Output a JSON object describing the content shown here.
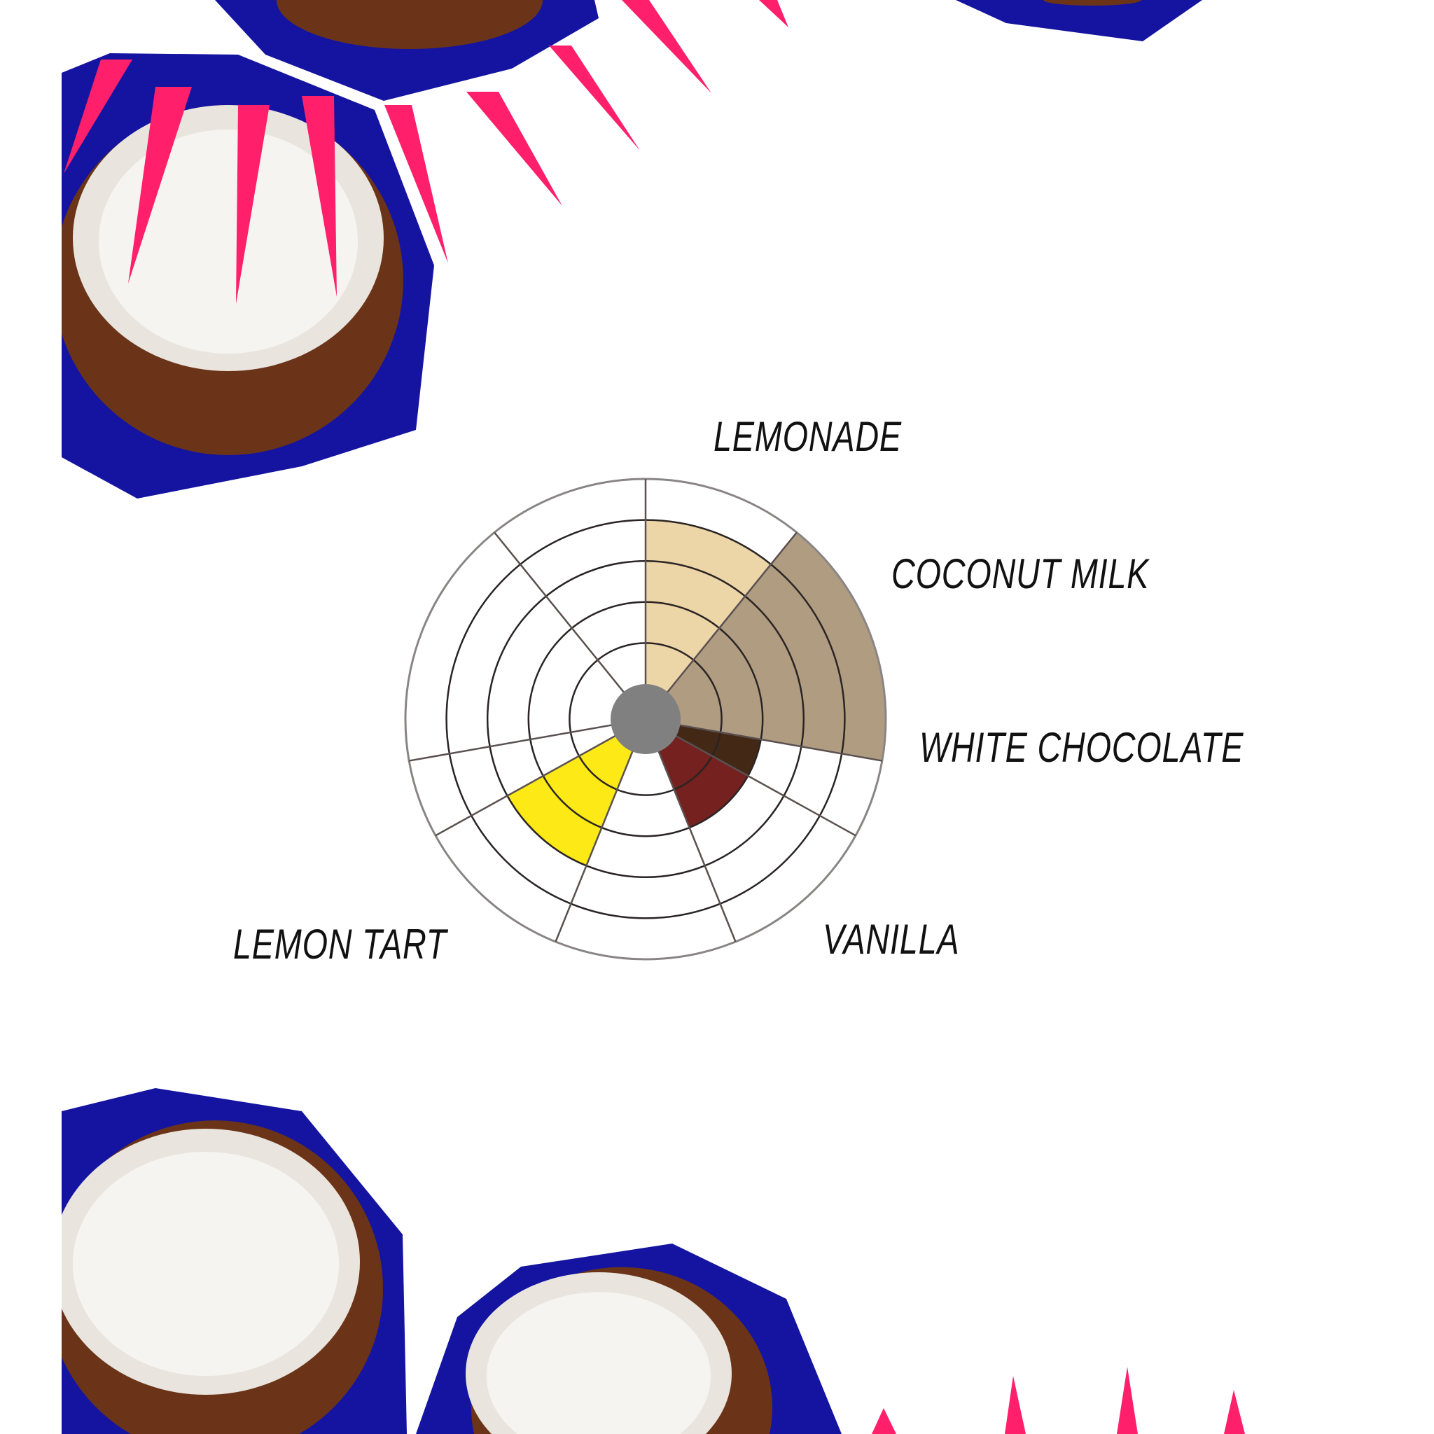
{
  "chart_data": {
    "type": "polar-area",
    "title": "",
    "scale_max": 5,
    "rings": 5,
    "series": [
      {
        "name": "LEMONADE",
        "value": 4,
        "color": "#ecd5a6"
      },
      {
        "name": "COCONUT MILK",
        "value": 5,
        "color": "#b09c80"
      },
      {
        "name": "WHITE CHOCOLATE",
        "value": 2,
        "color": "#432816"
      },
      {
        "name": "VANILLA",
        "value": 2,
        "color": "#74211f"
      },
      {
        "name": "LEMON TART",
        "value": 3,
        "color": "#fde915"
      }
    ],
    "hub_color": "#808080"
  },
  "colors": {
    "blue": "#1414a0",
    "pink": "#ff1f6a",
    "shell": "#6b3418",
    "flesh": "#f4f1ec"
  }
}
